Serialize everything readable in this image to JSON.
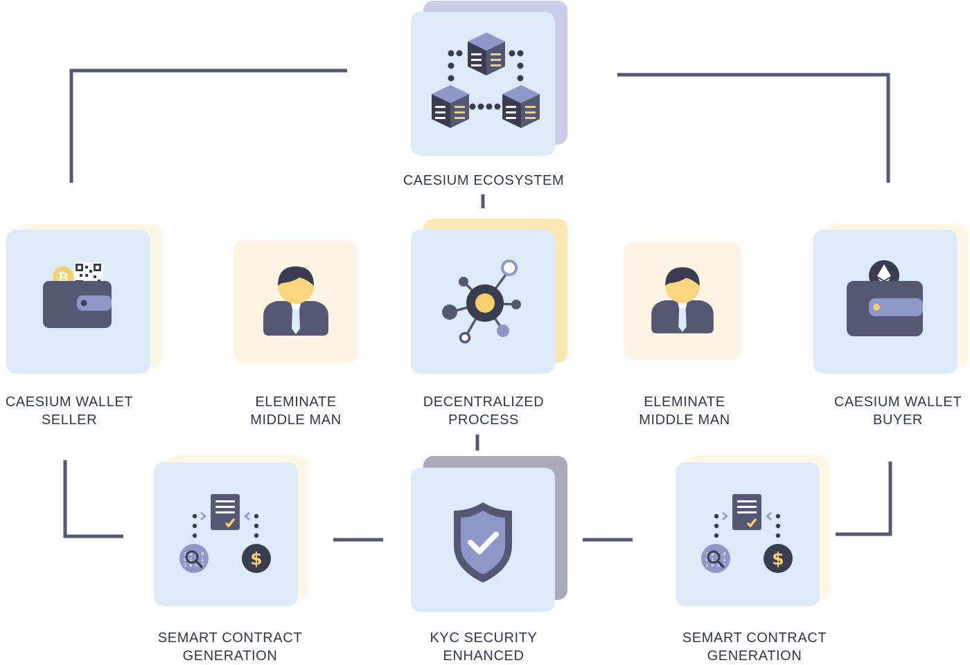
{
  "colors": {
    "card": "#ddeaf7",
    "connector": "#545872",
    "text": "#2f3551",
    "back_purple": "#c9cde8",
    "back_yellow": "#fde7b3",
    "back_gray": "#a9abb9",
    "back_cream": "#fff6e6",
    "icon_dark": "#565a74",
    "icon_accent": "#f6d06d",
    "icon_light": "#8d97c9"
  },
  "nodes": {
    "ecosystem": {
      "icon": "blockchain-network-icon",
      "label": [
        "CAESIUM ECOSYSTEM"
      ]
    },
    "wallet_seller": {
      "icon": "wallet-bitcoin-qr-icon",
      "label": [
        "CAESIUM WALLET",
        "SELLER"
      ]
    },
    "middle_left": {
      "icon": "person-icon",
      "label": [
        "ELEMINATE",
        "MIDDLE MAN"
      ]
    },
    "decentralized": {
      "icon": "network-hub-icon",
      "label": [
        "DECENTRALIZED",
        "PROCESS"
      ]
    },
    "middle_right": {
      "icon": "person-icon",
      "label": [
        "ELEMINATE",
        "MIDDLE MAN"
      ]
    },
    "wallet_buyer": {
      "icon": "wallet-ethereum-icon",
      "label": [
        "CAESIUM WALLET",
        "BUYER"
      ]
    },
    "contract_left": {
      "icon": "smart-contract-icon",
      "label": [
        "SEMART CONTRACT",
        "GENERATION"
      ]
    },
    "kyc": {
      "icon": "shield-check-icon",
      "label": [
        "KYC SECURITY",
        "ENHANCED"
      ]
    },
    "contract_right": {
      "icon": "smart-contract-icon",
      "label": [
        "SEMART CONTRACT",
        "GENERATION"
      ]
    }
  }
}
